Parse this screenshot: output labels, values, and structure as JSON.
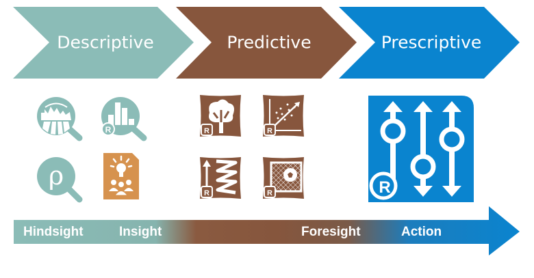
{
  "colors": {
    "descriptive": "#8bbcb7",
    "predictive": "#87563d",
    "prescriptive": "#0a84cf",
    "insight_doc": "#d6924e"
  },
  "stages": [
    {
      "label": "Descriptive",
      "color": "#8bbcb7"
    },
    {
      "label": "Predictive",
      "color": "#87563d"
    },
    {
      "label": "Prescriptive",
      "color": "#0a84cf"
    }
  ],
  "icons": {
    "descriptive": [
      "city-search-icon",
      "bar-chart-search-r-icon",
      "rho-search-icon",
      "insight-lightbulb-people-icon"
    ],
    "predictive": [
      "decision-tree-r-icon",
      "regression-scatter-r-icon",
      "spring-growth-r-icon",
      "soccer-goal-r-icon"
    ],
    "prescriptive": [
      "sliders-optimization-r-icon"
    ]
  },
  "timeline": {
    "labels": [
      "Hindsight",
      "Insight",
      "Foresight",
      "Action"
    ]
  }
}
